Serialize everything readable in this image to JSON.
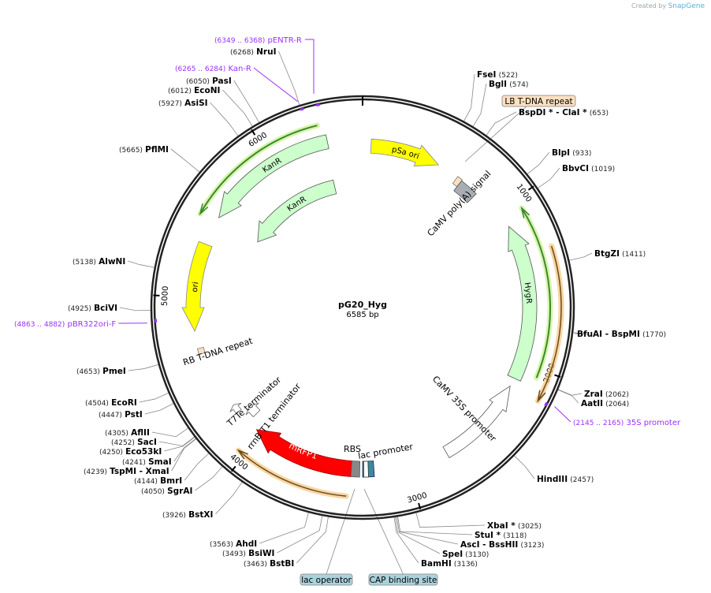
{
  "credit": {
    "prefix": "Created by",
    "brand": "SnapGene"
  },
  "plasmid": {
    "name": "pG20_Hyg",
    "length_label": "6585 bp",
    "length": 6585
  },
  "ticks": [
    "1000",
    "2000",
    "3000",
    "4000",
    "5000",
    "6000"
  ],
  "colors": {
    "ring": "#222222",
    "primer": "#9b30ff",
    "yellow": "#ffff00",
    "green": "#ccffcc",
    "red": "#ff0000",
    "orange": "#f5c37a",
    "beige": "#fde0c0",
    "blue_box": "#a9d3dc",
    "gray": "#a8adb4"
  },
  "enzymes": [
    {
      "name": "NruI",
      "pos": "(6268)"
    },
    {
      "name": "PasI",
      "pos": "(6050)"
    },
    {
      "name": "EcoNI",
      "pos": "(6012)"
    },
    {
      "name": "AsiSI",
      "pos": "(5927)"
    },
    {
      "name": "PflMI",
      "pos": "(5665)"
    },
    {
      "name": "AlwNI",
      "pos": "(5138)"
    },
    {
      "name": "BciVI",
      "pos": "(4925)"
    },
    {
      "name": "PmeI",
      "pos": "(4653)"
    },
    {
      "name": "EcoRI",
      "pos": "(4504)"
    },
    {
      "name": "PstI",
      "pos": "(4447)"
    },
    {
      "name": "AflII",
      "pos": "(4305)"
    },
    {
      "name": "SacI",
      "pos": "(4252)"
    },
    {
      "name": "Eco53kI",
      "pos": "(4250)"
    },
    {
      "name": "SmaI",
      "pos": "(4241)"
    },
    {
      "name": "TspMI  - XmaI",
      "pos": "(4239)"
    },
    {
      "name": "BmrI",
      "pos": "(4144)"
    },
    {
      "name": "SgrAI",
      "pos": "(4050)"
    },
    {
      "name": "BstXI",
      "pos": "(3926)"
    },
    {
      "name": "AhdI",
      "pos": "(3563)"
    },
    {
      "name": "BsiWI",
      "pos": "(3493)"
    },
    {
      "name": "BstBI",
      "pos": "(3463)"
    },
    {
      "name": "FseI",
      "pos": "(522)"
    },
    {
      "name": "BglI",
      "pos": "(574)"
    },
    {
      "name": "BspDI *  - ClaI *",
      "pos": "(653)"
    },
    {
      "name": "BlpI",
      "pos": "(933)"
    },
    {
      "name": "BbvCI",
      "pos": "(1019)"
    },
    {
      "name": "BtgZI",
      "pos": "(1411)"
    },
    {
      "name": "BfuAI   - BspMI",
      "pos": "(1770)"
    },
    {
      "name": "ZraI",
      "pos": "(2062)"
    },
    {
      "name": "AatII",
      "pos": "(2064)"
    },
    {
      "name": "HindIII",
      "pos": "(2457)"
    },
    {
      "name": "XbaI *",
      "pos": "(3025)"
    },
    {
      "name": "StuI *",
      "pos": "(3118)"
    },
    {
      "name": "AscI  - BssHII",
      "pos": "(3123)"
    },
    {
      "name": "SpeI",
      "pos": "(3130)"
    },
    {
      "name": "BamHI",
      "pos": "(3136)"
    }
  ],
  "primers": [
    {
      "name": "pENTR-R",
      "range": "(6349 .. 6368)"
    },
    {
      "name": "Kan-R",
      "range": "(6265 .. 6284)"
    },
    {
      "name": "pBR322ori-F",
      "range": "(4863 .. 4882)"
    },
    {
      "name": "35S promoter",
      "range": "(2145 .. 2165)"
    }
  ],
  "features": {
    "psa_ori": "pSa ori",
    "camv_polya": "CaMV poly(A) signal",
    "lb_repeat": "LB T-DNA repeat",
    "hygr": "HygR",
    "camv_35s": "CaMV 35S promoter",
    "kanr_outer": "KanR",
    "kanr_inner": "KanR",
    "ori": "ori",
    "rb_repeat": "RB T-DNA repeat",
    "t7te": "T7Te terminator",
    "rrnb": "rrnB T1 terminator",
    "mrfp1": "mRFP1",
    "rbs": "RBS",
    "lac_promoter": "lac promoter",
    "lac_operator": "lac operator",
    "cap_site": "CAP binding site"
  }
}
